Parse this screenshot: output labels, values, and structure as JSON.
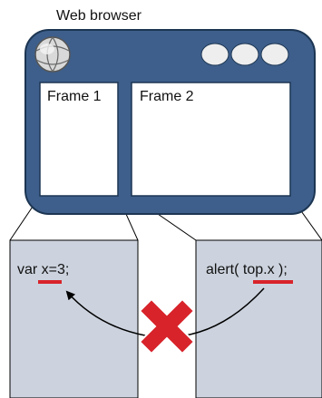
{
  "browser": {
    "title": "Web browser",
    "frame1_label": "Frame 1",
    "frame2_label": "Frame 2"
  },
  "code": {
    "frame1": "var x=3;",
    "frame2": "alert( top.x );"
  },
  "icons": {
    "logo": "globe-icon",
    "window_controls": [
      "circle-button",
      "circle-button",
      "circle-button"
    ],
    "blocked": "red-x-icon"
  },
  "colors": {
    "window_blue": "#3e5f8b",
    "window_border": "#1c3552",
    "panel_gray": "#ccd3de",
    "highlight_red": "#d8232a"
  }
}
